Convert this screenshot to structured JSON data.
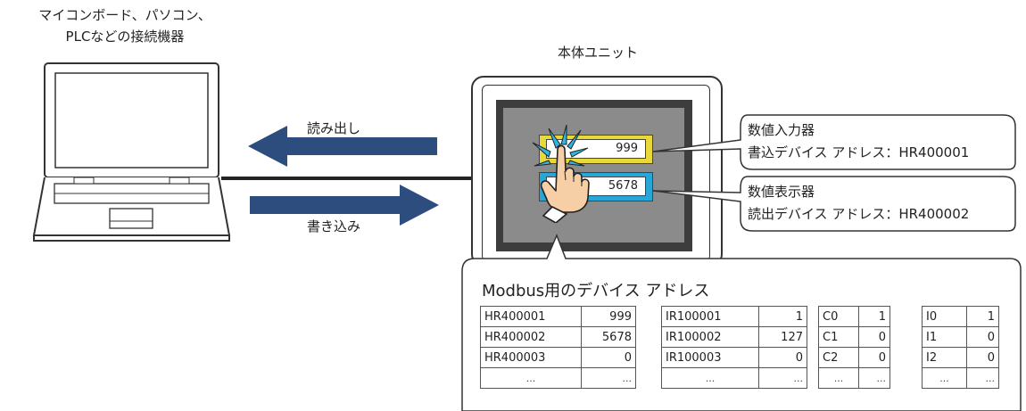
{
  "labels": {
    "pc_line1": "マイコンボード、パソコン、",
    "pc_line2": "PLCなどの接続機器",
    "unit_title": "本体ユニット",
    "read": "読み出し",
    "write": "書き込み"
  },
  "screen": {
    "input_value": "999",
    "display_value": "5678"
  },
  "callouts": {
    "input": {
      "title": "数値入力器",
      "detail": "書込デバイス アドレス：HR400001"
    },
    "display": {
      "title": "数値表示器",
      "detail": "読出デバイス アドレス：HR400002"
    }
  },
  "modbus": {
    "title": "Modbus用のデバイス アドレス",
    "tables": [
      {
        "rows": [
          [
            "HR400001",
            "999"
          ],
          [
            "HR400002",
            "5678"
          ],
          [
            "HR400003",
            "0"
          ],
          [
            "...",
            "..."
          ]
        ]
      },
      {
        "rows": [
          [
            "IR100001",
            "1"
          ],
          [
            "IR100002",
            "127"
          ],
          [
            "IR100003",
            "0"
          ],
          [
            "...",
            "..."
          ]
        ]
      },
      {
        "rows": [
          [
            "C0",
            "1"
          ],
          [
            "C1",
            "0"
          ],
          [
            "C2",
            "0"
          ],
          [
            "...",
            "..."
          ]
        ]
      },
      {
        "rows": [
          [
            "I0",
            "1"
          ],
          [
            "I1",
            "0"
          ],
          [
            "I2",
            "0"
          ],
          [
            "...",
            "..."
          ]
        ]
      }
    ]
  },
  "colors": {
    "arrow": "#2c4d7e",
    "input_frame": "#e8d83a",
    "display_frame": "#27a7d7",
    "screen_bg": "#8b8b8b",
    "hand_skin": "#f7cfa6",
    "touch_burst": "#2fb6e0"
  }
}
